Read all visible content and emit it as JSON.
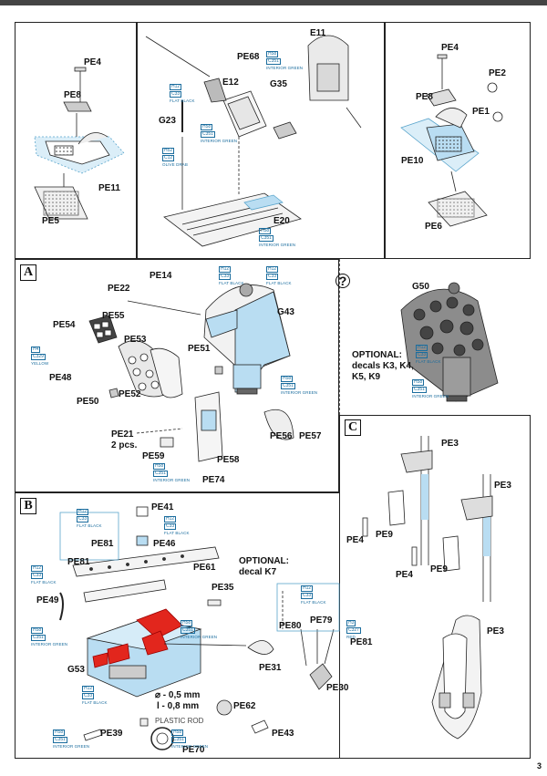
{
  "page_number": "3",
  "sections": {
    "a": "A",
    "b": "B",
    "c": "C"
  },
  "question_mark": "?",
  "top_left": {
    "pe4": "PE4",
    "pe8": "PE8",
    "pe11": "PE11",
    "pe5": "PE5"
  },
  "top_center": {
    "e11": "E11",
    "pe68": "PE68",
    "e12": "E12",
    "g35": "G35",
    "g23": "G23",
    "e20": "E20",
    "paint_pe68": {
      "h": "H58",
      "c": "C351",
      "t": "INTERIOR GREEN"
    },
    "paint_e12": {
      "h": "H12",
      "c": "C33",
      "t": "FLAT BLACK"
    },
    "paint_g23a": {
      "h": "H58",
      "c": "C351",
      "t": "INTERIOR GREEN"
    },
    "paint_g23b": {
      "h": "H52",
      "c": "C12",
      "t": "OLIVE DRAB"
    },
    "paint_e20": {
      "h": "H58",
      "c": "C351",
      "t": "INTERIOR GREEN"
    }
  },
  "top_right": {
    "pe4": "PE4",
    "pe2": "PE2",
    "pe8": "PE8",
    "pe1": "PE1",
    "pe10": "PE10",
    "pe6": "PE6"
  },
  "section_a": {
    "pe14": "PE14",
    "pe22": "PE22",
    "pe55": "PE55",
    "pe54": "PE54",
    "pe53": "PE53",
    "pe51": "PE51",
    "g43": "G43",
    "pe48": "PE48",
    "pe50": "PE50",
    "pe52": "PE52",
    "pe21": "PE21",
    "pcs": "2 pcs.",
    "pe59": "PE59",
    "pe58": "PE58",
    "pe74": "PE74",
    "pe56": "PE56",
    "pe57": "PE57",
    "paint_top1": {
      "h": "H12",
      "c": "C33",
      "t": "FLAT BLACK"
    },
    "paint_top2": {
      "h": "H12",
      "c": "C33",
      "t": "FLAT BLACK"
    },
    "paint_yellow": {
      "h": "H4",
      "c": "C329",
      "t": "YELLOW"
    },
    "paint_ig1": {
      "h": "H58",
      "c": "C351",
      "t": "INTERIOR GREEN"
    },
    "paint_ig2": {
      "h": "H58",
      "c": "C351",
      "t": "INTERIOR GREEN"
    }
  },
  "section_q": {
    "g50": "G50",
    "optional": "OPTIONAL:",
    "decals_line1": "decals K3, K4,",
    "decals_line2": "K5, K9",
    "paint_fb": {
      "h": "H12",
      "c": "C33",
      "t": "FLAT BLACK"
    },
    "paint_ig": {
      "h": "H58",
      "c": "C351",
      "t": "INTERIOR GREEN"
    }
  },
  "section_b": {
    "pe41": "PE41",
    "pe46": "PE46",
    "pe81a": "PE81",
    "pe81b": "PE81",
    "pe61": "PE61",
    "pe49": "PE49",
    "optional": "OPTIONAL:",
    "decal": "decal K7",
    "pe35": "PE35",
    "pe80": "PE80",
    "pe79": "PE79",
    "pe81c": "PE81",
    "g53": "G53",
    "pe31": "PE31",
    "pe30": "PE30",
    "dia1": "⌀ - 0,5 mm",
    "dia2": "l - 0,8 mm",
    "plastic_rod": "PLASTIC ROD",
    "pe62": "PE62",
    "pe39": "PE39",
    "pe70": "PE70",
    "pe43": "PE43",
    "paint_fb1": {
      "h": "H12",
      "c": "C33",
      "t": "FLAT BLACK"
    },
    "paint_fb2": {
      "h": "H12",
      "c": "C33",
      "t": "FLAT BLACK"
    },
    "paint_fb3": {
      "h": "H12",
      "c": "C33",
      "t": "FLAT BLACK"
    },
    "paint_fb4": {
      "h": "H12",
      "c": "C33",
      "t": "FLAT BLACK"
    },
    "paint_fb5": {
      "h": "H12",
      "c": "C33",
      "t": "FLAT BLACK"
    },
    "paint_ig1": {
      "h": "H58",
      "c": "C351",
      "t": "INTERIOR GREEN"
    },
    "paint_ig2": {
      "h": "H58",
      "c": "C351",
      "t": "INTERIOR GREEN"
    },
    "paint_ig3": {
      "h": "H58",
      "c": "C351",
      "t": "INTERIOR GREEN"
    },
    "paint_ig4": {
      "h": "H58",
      "c": "C351",
      "t": "INTERIOR GREEN"
    },
    "paint_red": {
      "h": "H3",
      "c": "C327",
      "t": "RED"
    }
  },
  "section_c": {
    "pe3a": "PE3",
    "pe3b": "PE3",
    "pe4a": "PE4",
    "pe9a": "PE9",
    "pe4b": "PE4",
    "pe9b": "PE9",
    "pe3c": "PE3"
  },
  "colors": {
    "accent_blue": "#b9ddf2",
    "paint_code": "#1b6d9e",
    "highlight_red": "#e2261d"
  }
}
